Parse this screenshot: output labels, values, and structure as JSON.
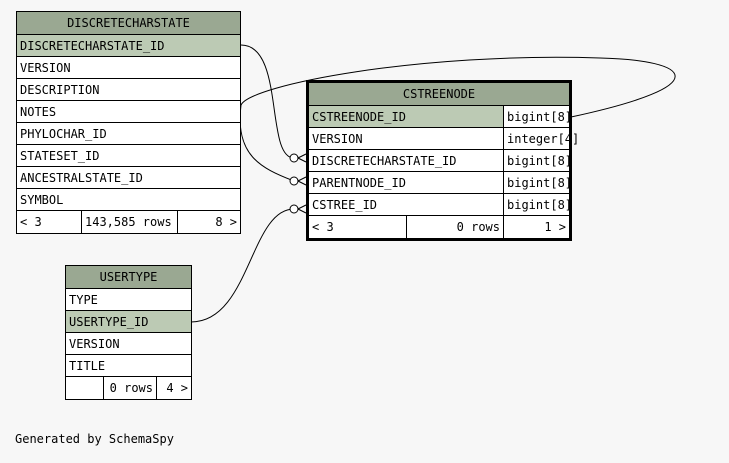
{
  "tables": {
    "discretecharstate": {
      "name": "DISCRETECHARSTATE",
      "columns": [
        "DISCRETECHARSTATE_ID",
        "VERSION",
        "DESCRIPTION",
        "NOTES",
        "PHYLOCHAR_ID",
        "STATESET_ID",
        "ANCESTRALSTATE_ID",
        "SYMBOL"
      ],
      "footer": {
        "left": "< 3",
        "rows": "143,585 rows",
        "right": "8 >"
      }
    },
    "cstreenode": {
      "name": "CSTREENODE",
      "columns": [
        {
          "name": "CSTREENODE_ID",
          "type": "bigint[8]"
        },
        {
          "name": "VERSION",
          "type": "integer[4]"
        },
        {
          "name": "DISCRETECHARSTATE_ID",
          "type": "bigint[8]"
        },
        {
          "name": "PARENTNODE_ID",
          "type": "bigint[8]"
        },
        {
          "name": "CSTREE_ID",
          "type": "bigint[8]"
        }
      ],
      "footer": {
        "left": "< 3",
        "rows": "0 rows",
        "right": "1 >"
      }
    },
    "usertype": {
      "name": "USERTYPE",
      "columns": [
        "TYPE",
        "USERTYPE_ID",
        "VERSION",
        "TITLE"
      ],
      "footer": {
        "left": "",
        "rows": "0 rows",
        "right": "4 >"
      }
    }
  },
  "credit": "Generated by SchemaSpy"
}
